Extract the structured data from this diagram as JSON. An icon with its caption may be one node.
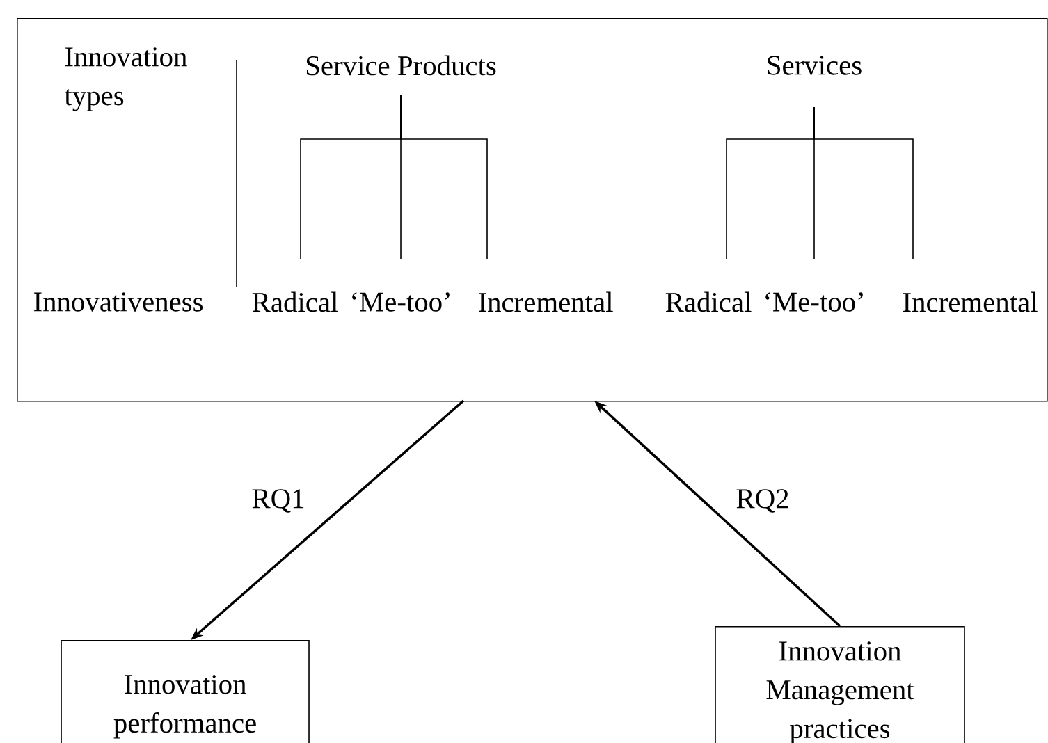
{
  "diagram": {
    "nodes": [
      {
        "text": [],
        "shape": "box"
      },
      {
        "text": [
          "Innovation types"
        ],
        "in": 0
      },
      {
        "text": [
          "Service Products"
        ],
        "in": 0
      },
      {
        "text": [
          "Services"
        ],
        "in": 0
      },
      {
        "text": [
          "Innovativeness"
        ],
        "in": 0
      },
      {
        "text": [
          "Radical"
        ],
        "in": 0
      },
      {
        "text": [
          "‘Me-too’"
        ],
        "in": 0
      },
      {
        "text": [
          "Incremental"
        ],
        "in": 0
      },
      {
        "text": [
          "Radical"
        ],
        "in": 0
      },
      {
        "text": [
          "‘Me-too’"
        ],
        "in": 0
      },
      {
        "text": [
          "Incremental"
        ],
        "in": 0
      },
      {
        "text": [
          "Innovation performance"
        ]
      },
      {
        "text": [
          "Innovation Management practices"
        ]
      }
    ],
    "edges": [
      {
        "from": 2,
        "to": 5,
        "arrow": "none"
      },
      {
        "from": 2,
        "to": 6,
        "arrow": "none"
      },
      {
        "from": 2,
        "to": 7,
        "arrow": "none"
      },
      {
        "from": 3,
        "to": 8,
        "arrow": "none"
      },
      {
        "from": 3,
        "to": 9,
        "arrow": "none"
      },
      {
        "from": 3,
        "to": 10,
        "arrow": "none"
      },
      {
        "from": 0,
        "to": 11,
        "arrow": "to",
        "label": "RQ1"
      },
      {
        "from": 12,
        "to": 0,
        "arrow": "to",
        "label": "RQ2"
      }
    ]
  }
}
